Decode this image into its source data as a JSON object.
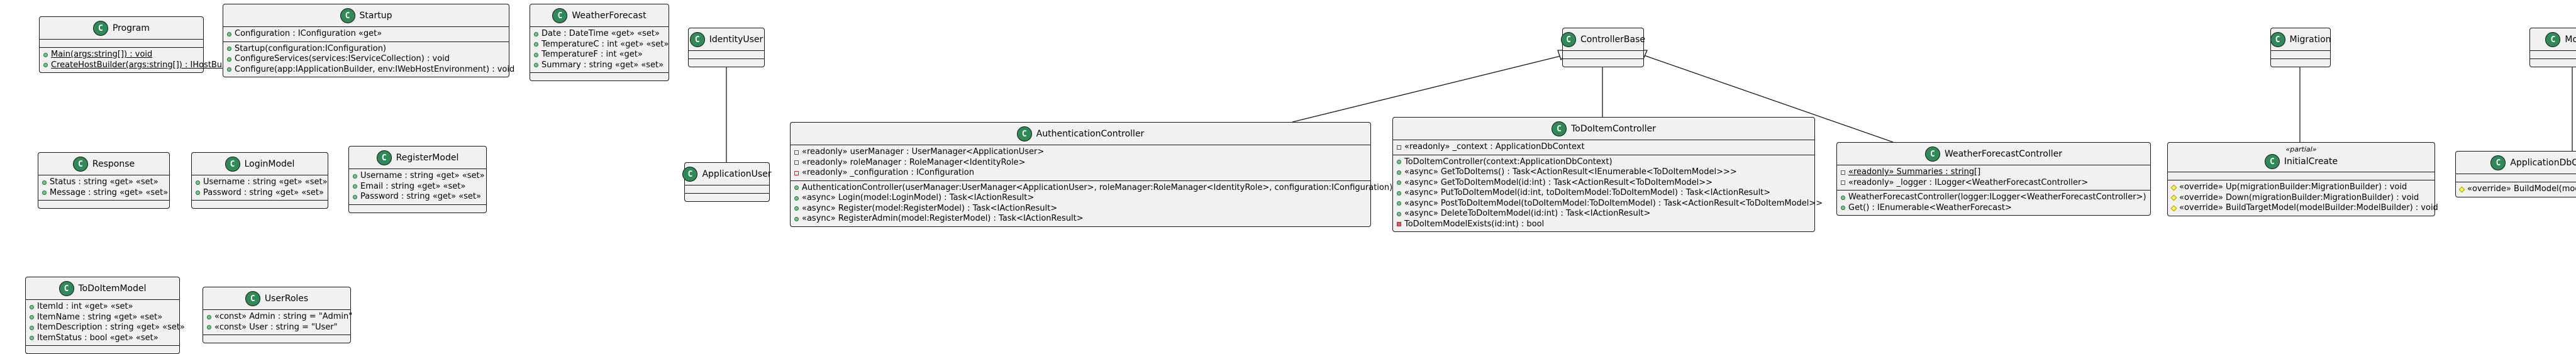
{
  "classes": {
    "program": {
      "name": "Program",
      "fields": [],
      "methods": [
        {
          "text": "Main(args:string[]) : void",
          "vis": "public",
          "static": true
        },
        {
          "text": "CreateHostBuilder(args:string[]) : IHostBuilder",
          "vis": "public",
          "static": true
        }
      ]
    },
    "startup": {
      "name": "Startup",
      "fields": [
        {
          "text": "Configuration : IConfiguration «get»",
          "vis": "public"
        }
      ],
      "methods": [
        {
          "text": "Startup(configuration:IConfiguration)",
          "vis": "public"
        },
        {
          "text": "ConfigureServices(services:IServiceCollection) : void",
          "vis": "public"
        },
        {
          "text": "Configure(app:IApplicationBuilder, env:IWebHostEnvironment) : void",
          "vis": "public"
        }
      ]
    },
    "weather_forecast": {
      "name": "WeatherForecast",
      "fields": [
        {
          "text": "Date : DateTime «get» «set»",
          "vis": "public"
        },
        {
          "text": "TemperatureC : int «get» «set»",
          "vis": "public"
        },
        {
          "text": "TemperatureF : int «get»",
          "vis": "public"
        },
        {
          "text": "Summary : string «get» «set»",
          "vis": "public"
        }
      ],
      "methods": []
    },
    "identity_user": {
      "name": "IdentityUser",
      "fields": [],
      "methods": []
    },
    "application_user": {
      "name": "ApplicationUser",
      "fields": [],
      "methods": []
    },
    "controller_base": {
      "name": "ControllerBase",
      "fields": [],
      "methods": []
    },
    "authentication_controller": {
      "name": "AuthenticationController",
      "fields": [
        {
          "text": "«readonly» userManager : UserManager<ApplicationUser>",
          "vis": "private"
        },
        {
          "text": "«readonly» roleManager : RoleManager<IdentityRole>",
          "vis": "private"
        },
        {
          "text": "«readonly» _configuration : IConfiguration",
          "vis": "private"
        }
      ],
      "methods": [
        {
          "text": "AuthenticationController(userManager:UserManager<ApplicationUser>, roleManager:RoleManager<IdentityRole>, configuration:IConfiguration)",
          "vis": "public"
        },
        {
          "text": "«async» Login(model:LoginModel) : Task<IActionResult>",
          "vis": "public"
        },
        {
          "text": "«async» Register(model:RegisterModel) : Task<IActionResult>",
          "vis": "public"
        },
        {
          "text": "«async» RegisterAdmin(model:RegisterModel) : Task<IActionResult>",
          "vis": "public"
        }
      ]
    },
    "todo_item_controller": {
      "name": "ToDoItemController",
      "fields": [
        {
          "text": "«readonly» _context : ApplicationDbContext",
          "vis": "private"
        }
      ],
      "methods": [
        {
          "text": "ToDoItemController(context:ApplicationDbContext)",
          "vis": "public"
        },
        {
          "text": "«async» GetToDoItems() : Task<ActionResult<IEnumerable<ToDoItemModel>>>",
          "vis": "public"
        },
        {
          "text": "«async» GetToDoItemModel(id:int) : Task<ActionResult<ToDoItemModel>>",
          "vis": "public"
        },
        {
          "text": "«async» PutToDoItemModel(id:int, toDoItemModel:ToDoItemModel) : Task<IActionResult>",
          "vis": "public"
        },
        {
          "text": "«async» PostToDoItemModel(toDoItemModel:ToDoItemModel) : Task<ActionResult<ToDoItemModel>>",
          "vis": "public"
        },
        {
          "text": "«async» DeleteToDoItemModel(id:int) : Task<IActionResult>",
          "vis": "public"
        },
        {
          "text": "ToDoItemModelExists(id:int) : bool",
          "vis": "private"
        }
      ]
    },
    "weather_forecast_controller": {
      "name": "WeatherForecastController",
      "fields": [
        {
          "text": "«readonly» Summaries : string[]",
          "vis": "private",
          "static": true
        },
        {
          "text": "«readonly» _logger : ILogger<WeatherForecastController>",
          "vis": "private"
        }
      ],
      "methods": [
        {
          "text": "WeatherForecastController(logger:ILogger<WeatherForecastController>)",
          "vis": "public"
        },
        {
          "text": "Get() : IEnumerable<WeatherForecast>",
          "vis": "public"
        }
      ]
    },
    "migration": {
      "name": "Migration",
      "fields": [],
      "methods": []
    },
    "initial_create": {
      "name": "InitialCreate",
      "stereotype": "«partial»",
      "fields": [],
      "methods": [
        {
          "text": "«override» Up(migrationBuilder:MigrationBuilder) : void",
          "vis": "protected"
        },
        {
          "text": "«override» Down(migrationBuilder:MigrationBuilder) : void",
          "vis": "protected"
        },
        {
          "text": "«override» BuildTargetModel(modelBuilder:ModelBuilder) : void",
          "vis": "protected"
        }
      ]
    },
    "model_snapshot": {
      "name": "Mode",
      "fields": [],
      "methods": []
    },
    "application_db_context": {
      "name": "ApplicationDbCo",
      "fields": [],
      "methods": [
        {
          "text": "«override» BuildModel(mod",
          "vis": "protected"
        }
      ]
    },
    "response": {
      "name": "Response",
      "fields": [
        {
          "text": "Status : string «get» «set»",
          "vis": "public"
        },
        {
          "text": "Message : string «get» «set»",
          "vis": "public"
        }
      ],
      "methods": []
    },
    "login_model": {
      "name": "LoginModel",
      "fields": [
        {
          "text": "Username : string «get» «set»",
          "vis": "public"
        },
        {
          "text": "Password : string «get» «set»",
          "vis": "public"
        }
      ],
      "methods": []
    },
    "register_model": {
      "name": "RegisterModel",
      "fields": [
        {
          "text": "Username : string «get» «set»",
          "vis": "public"
        },
        {
          "text": "Email : string «get» «set»",
          "vis": "public"
        },
        {
          "text": "Password : string «get» «set»",
          "vis": "public"
        }
      ],
      "methods": []
    },
    "todo_item_model": {
      "name": "ToDoItemModel",
      "fields": [
        {
          "text": "ItemId : int «get» «set»",
          "vis": "public"
        },
        {
          "text": "ItemName : string «get» «set»",
          "vis": "public"
        },
        {
          "text": "ItemDescription : string «get» «set»",
          "vis": "public"
        },
        {
          "text": "ItemStatus : bool «get» «set»",
          "vis": "public"
        }
      ],
      "methods": []
    },
    "user_roles": {
      "name": "UserRoles",
      "fields": [
        {
          "text": "«const» Admin : string = \"Admin\"",
          "vis": "public"
        },
        {
          "text": "«const» User : string = \"User\"",
          "vis": "public"
        }
      ],
      "methods": []
    }
  },
  "badge_letter": "C",
  "colors": {
    "badge": "#2e8b57",
    "box_fill": "#f1f1f1",
    "border": "#181818"
  }
}
